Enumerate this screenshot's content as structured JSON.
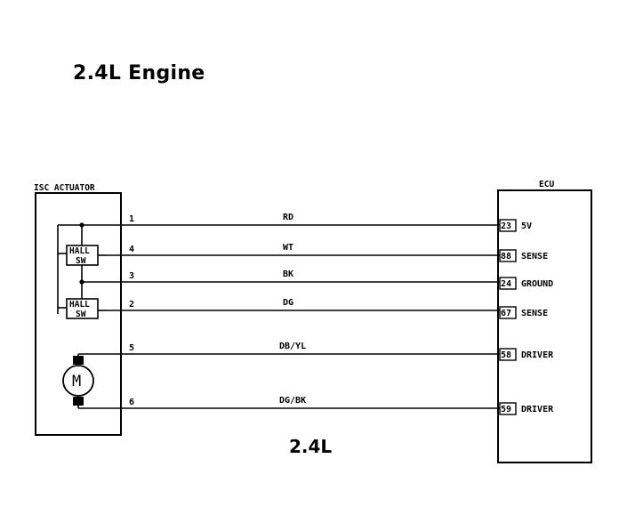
{
  "title": "2.4L Engine",
  "caption": "2.4L",
  "actuator": {
    "label": "ISC ACTUATOR",
    "hall_top": [
      "HALL",
      "SW"
    ],
    "hall_bottom": [
      "HALL",
      "SW"
    ],
    "motor_symbol": "M"
  },
  "ecu": {
    "label": "ECU"
  },
  "wires": [
    {
      "pin": "1",
      "color": "RD",
      "ecu_pin": "23",
      "ecu_label": "5V"
    },
    {
      "pin": "4",
      "color": "WT",
      "ecu_pin": "88",
      "ecu_label": "SENSE"
    },
    {
      "pin": "3",
      "color": "BK",
      "ecu_pin": "24",
      "ecu_label": "GROUND"
    },
    {
      "pin": "2",
      "color": "DG",
      "ecu_pin": "67",
      "ecu_label": "SENSE"
    },
    {
      "pin": "5",
      "color": "DB/YL",
      "ecu_pin": "58",
      "ecu_label": "DRIVER"
    },
    {
      "pin": "6",
      "color": "DG/BK",
      "ecu_pin": "59",
      "ecu_label": "DRIVER"
    }
  ]
}
